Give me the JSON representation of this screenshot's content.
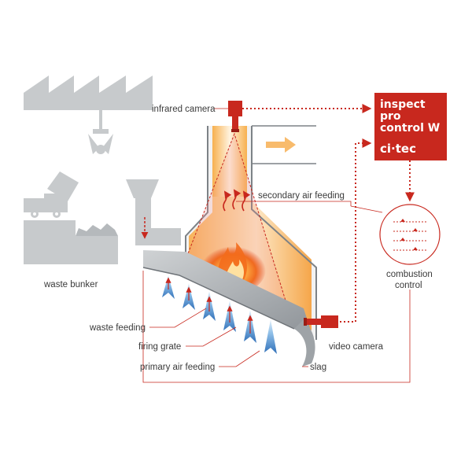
{
  "labels": {
    "infrared_camera": "infrared camera",
    "secondary_air_feeding": "secondary air feeding",
    "waste_bunker": "waste bunker",
    "waste_feeding": "waste feeding",
    "firing_grate": "firing grate",
    "primary_air_feeding": "primary air feeding",
    "slag": "slag",
    "video_camera": "video camera",
    "combustion_control_line1": "combustion",
    "combustion_control_line2": "control"
  },
  "brand_box": {
    "line1": "inspect",
    "line2": "pro",
    "line3": "control W",
    "line4": "ci·tec"
  },
  "colors": {
    "accent_red": "#c8281e",
    "gray": "#c7cacc",
    "dark_gray": "#9ea3a7",
    "furnace_orange": "#f5a64a",
    "furnace_light": "#fde9c8",
    "air_blue": "#6aa0d8"
  }
}
